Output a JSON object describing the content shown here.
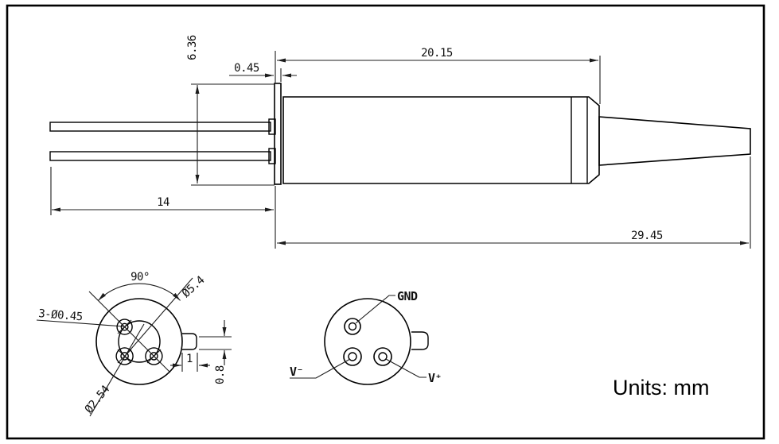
{
  "drawing": {
    "type": "mechanical-drawing",
    "component": "pigtailed TO-can package outline",
    "side_view": {
      "dim_pin_length": "14",
      "dim_flange_diameter": "6.36",
      "dim_flange_thickness": "0.45",
      "dim_body_length": "20.15",
      "dim_total_length": "29.45"
    },
    "base_view": {
      "dim_pin_angle": "90°",
      "dim_can_diameter": "Ø5.4",
      "dim_pin_diameter": "3-Ø0.45",
      "dim_pin_circle": "Ø2.54",
      "dim_tab_width": "1",
      "dim_tab_height": "0.8"
    },
    "pinout_view": {
      "pin_gnd_label": "GND",
      "pin_vminus_label": "V⁻",
      "pin_vplus_label": "V⁺"
    },
    "footer": {
      "units_label": "Units: mm"
    },
    "colors": {
      "line": "#000000",
      "dimension_line": "#1c1c1c",
      "background": "#ffffff"
    }
  }
}
